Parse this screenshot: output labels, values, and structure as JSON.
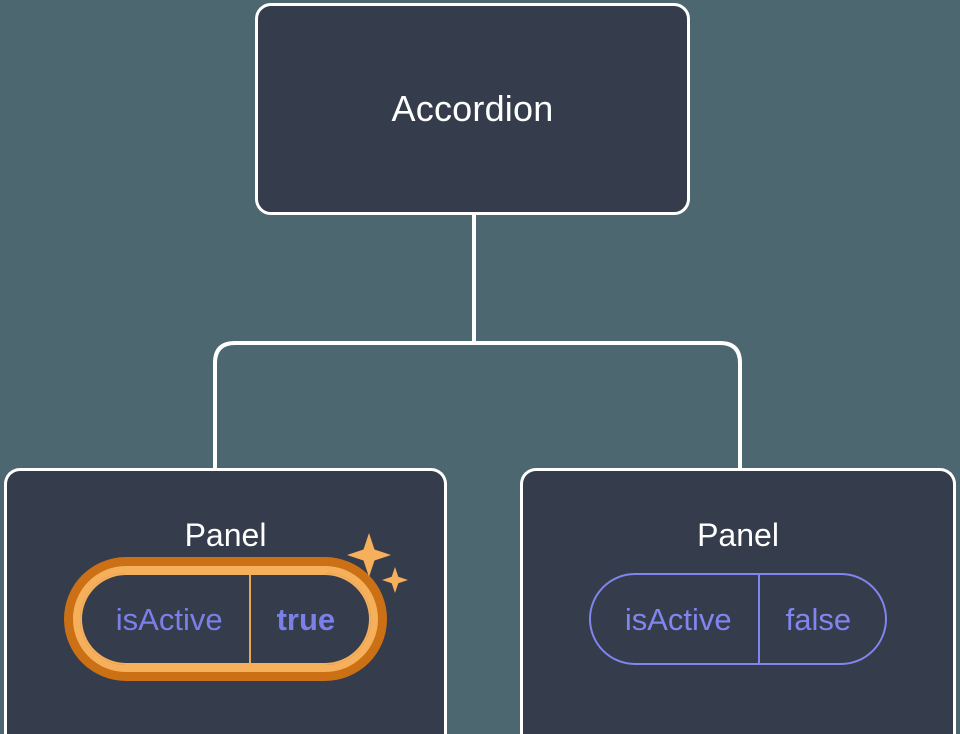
{
  "diagram": {
    "type": "component-tree",
    "background_color": "#4C676F",
    "node_fill_color": "#353C4B",
    "node_border_color": "#FFFFFF",
    "accent_color": "#8185EF",
    "highlight_outer_color": "#CC7016",
    "highlight_inner_color": "#F6B05C",
    "root": {
      "label": "Accordion"
    },
    "children": [
      {
        "label": "Panel",
        "highlighted": true,
        "prop": {
          "key": "isActive",
          "value": "true"
        },
        "sparkle_icon": "sparkles-icon"
      },
      {
        "label": "Panel",
        "highlighted": false,
        "prop": {
          "key": "isActive",
          "value": "false"
        }
      }
    ]
  }
}
